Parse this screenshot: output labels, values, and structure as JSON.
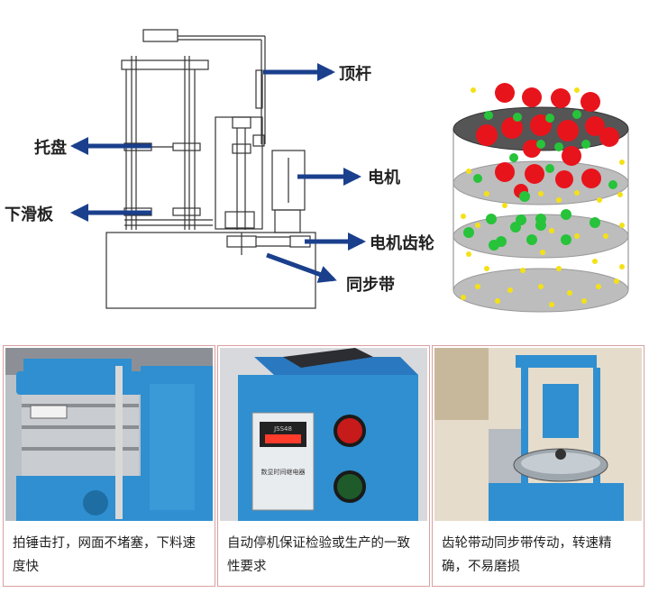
{
  "labels": {
    "top_rod": "顶杆",
    "tray": "托盘",
    "motor": "电机",
    "lower_slide": "下滑板",
    "motor_gear": "电机齿轮",
    "sync_belt": "同步带"
  },
  "panels": [
    {
      "caption": "拍锤击打，网面不堵塞，下料速度快"
    },
    {
      "caption": "自动停机保证检验或生产的一致性要求",
      "display_code": "JSS48",
      "timer_label": "数显时间继电器"
    },
    {
      "caption": "齿轮带动同步带传动，转速精确，不易磨损"
    }
  ],
  "colors": {
    "arrow": "#1a3f8c",
    "machine_blue": "#2f8fd0",
    "red_ball": "#e8141c",
    "green_ball": "#27c33a",
    "yellow_ball": "#f4e116"
  }
}
